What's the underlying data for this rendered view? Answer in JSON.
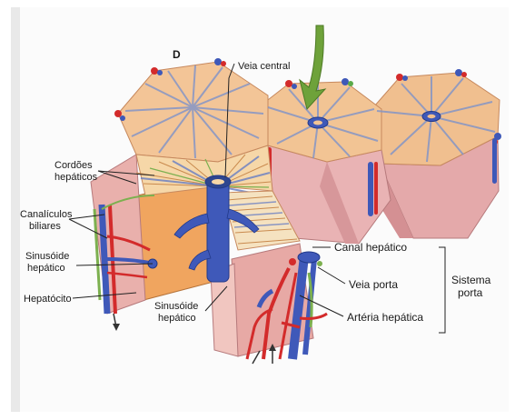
{
  "figure": {
    "panel_letter": "D",
    "labels": {
      "veia_central": "Veia central",
      "cordoes_line1": "Cordões",
      "cordoes_line2": "hepáticos",
      "canaliculos_line1": "Canalículos",
      "canaliculos_line2": "biliares",
      "sinusoide_left_line1": "Sinusóide",
      "sinusoide_left_line2": "hepático",
      "hepatocito": "Hepatócito",
      "sinusoide_bottom_line1": "Sinusóide",
      "sinusoide_bottom_line2": "hepático",
      "canal_hepatico": "Canal hepático",
      "veia_porta": "Veia porta",
      "arteria_hepatica": "Artéria hepática",
      "sistema_line1": "Sistema",
      "sistema_line2": "porta"
    }
  }
}
